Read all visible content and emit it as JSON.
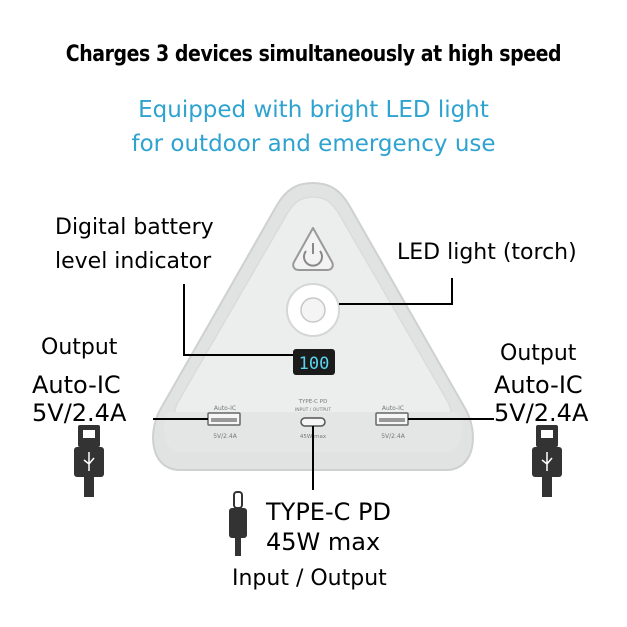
{
  "headline": "Charges 3 devices simultaneously at high speed",
  "subheadline": {
    "line1": "Equipped with bright LED light",
    "line2": "for outdoor and emergency use"
  },
  "callouts": {
    "battery_indicator": {
      "line1": "Digital battery",
      "line2": "level indicator"
    },
    "led_light": "LED light (torch)",
    "output_left": {
      "title": "Output",
      "line1": "Auto-IC",
      "line2": "5V/2.4A"
    },
    "output_right": {
      "title": "Output",
      "line1": "Auto-IC",
      "line2": "5V/2.4A"
    },
    "type_c": {
      "line1": "TYPE-C PD",
      "line2": "45W max",
      "line3": "Input / Output"
    }
  },
  "device": {
    "display_value": "100",
    "port_left": {
      "top": "Auto-IC",
      "bottom": "5V/2.4A"
    },
    "port_center": {
      "top": "TYPE-C PD",
      "middle": "INPUT / OUTPUT",
      "bottom": "45W max"
    },
    "port_right": {
      "top": "Auto-IC",
      "bottom": "5V/2.4A"
    }
  },
  "colors": {
    "accent_text": "#2ea3d0",
    "display_digits": "#58d6f0",
    "device_body": "#eceded",
    "cable": "#333333"
  }
}
